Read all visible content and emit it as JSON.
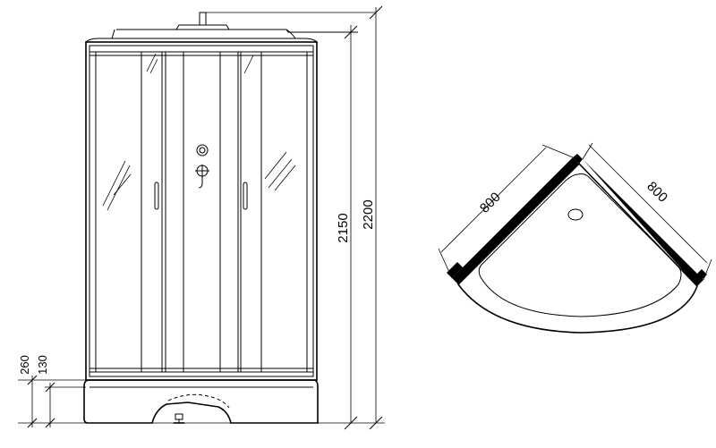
{
  "dimensions": {
    "height_total": "2200",
    "height_cabin": "2150",
    "tray_height": "260",
    "tray_step": "130",
    "side_a": "800",
    "side_b": "800"
  }
}
